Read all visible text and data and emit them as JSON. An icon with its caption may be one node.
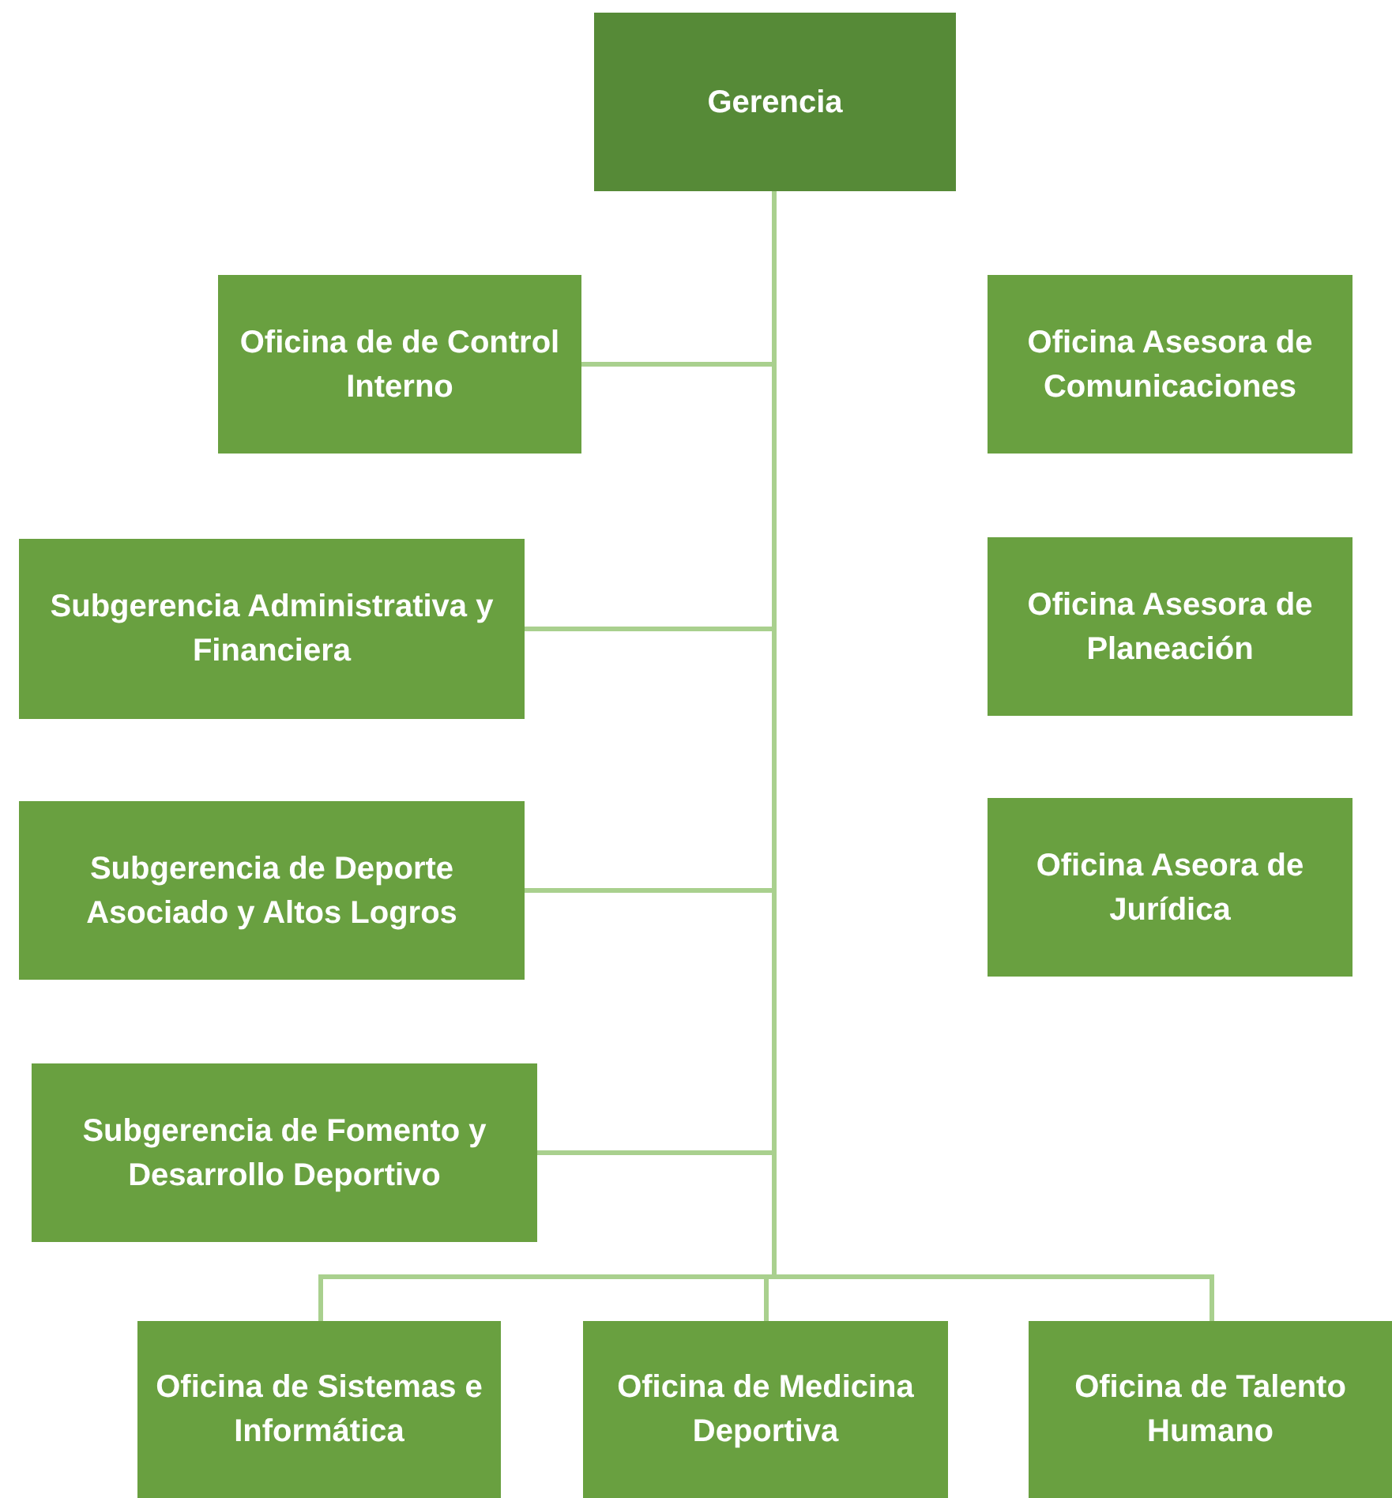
{
  "diagram": {
    "nodes": [
      {
        "text": [
          "Gerencia"
        ]
      },
      {
        "text": [
          "Oficina de de Control Interno"
        ]
      },
      {
        "text": [
          "Oficina Asesora de Comunicaciones"
        ]
      },
      {
        "text": [
          "Subgerencia Administrativa y Financiera"
        ]
      },
      {
        "text": [
          "Oficina Asesora de Planeación"
        ]
      },
      {
        "text": [
          "Subgerencia de Deporte Asociado y Altos Logros"
        ]
      },
      {
        "text": [
          "Oficina Aseora de Jurídica"
        ]
      },
      {
        "text": [
          "Subgerencia de Fomento y Desarrollo Deportivo"
        ]
      },
      {
        "text": [
          "Oficina de Sistemas e Informática"
        ]
      },
      {
        "text": [
          "Oficina de Medicina Deportiva"
        ]
      },
      {
        "text": [
          "Oficina de Talento Humano"
        ]
      }
    ],
    "edges": [
      {
        "from": 0,
        "to": 1,
        "arrow": "none"
      },
      {
        "from": 0,
        "to": 3,
        "arrow": "none"
      },
      {
        "from": 0,
        "to": 5,
        "arrow": "none"
      },
      {
        "from": 0,
        "to": 7,
        "arrow": "none"
      },
      {
        "from": 0,
        "to": 8,
        "arrow": "none"
      },
      {
        "from": 0,
        "to": 9,
        "arrow": "none"
      },
      {
        "from": 0,
        "to": 10,
        "arrow": "none"
      }
    ]
  }
}
